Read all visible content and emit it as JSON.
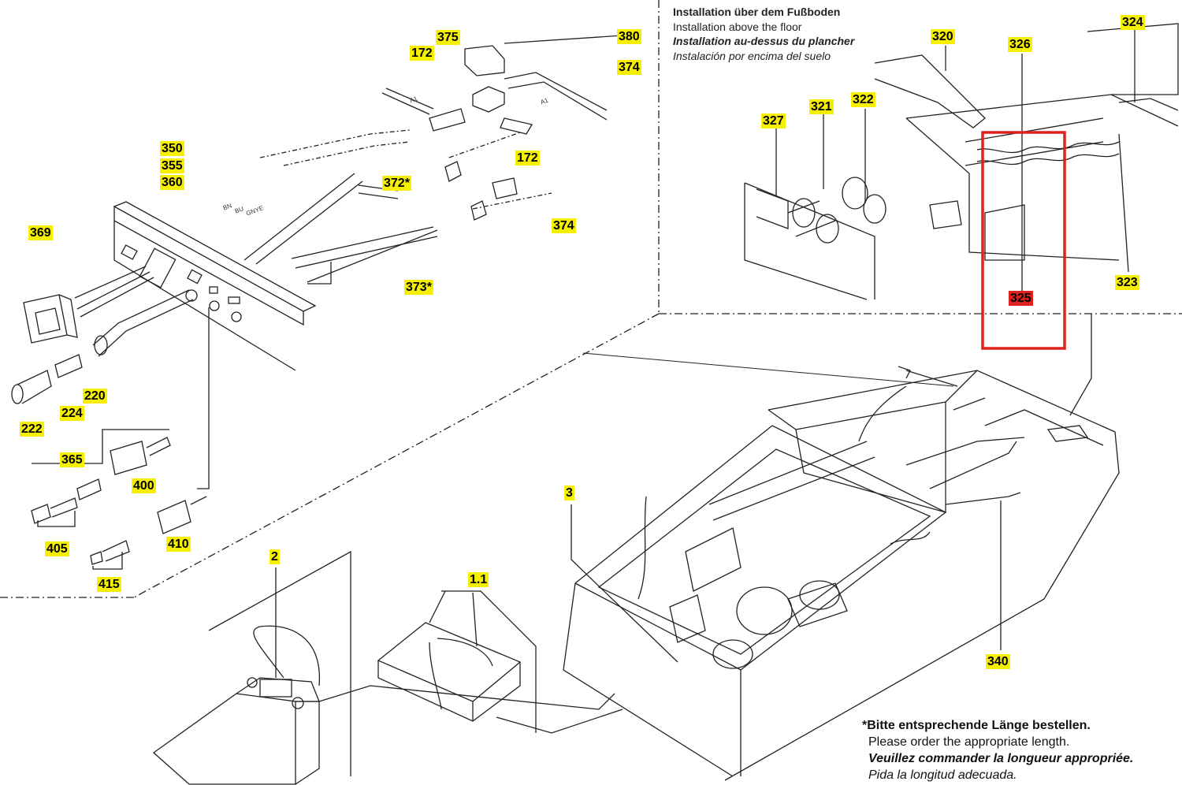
{
  "inset": {
    "lines": [
      "Installation über dem Fußboden",
      "Installation above the floor",
      "Installation au-dessus du plancher",
      "Instalación por encima del suelo"
    ]
  },
  "footnote": {
    "lines": [
      "*Bitte entsprechende Länge bestellen.",
      "Please order the appropriate length.",
      "Veuillez commander la longueur appropriée.",
      "Pida la longitud adecuada."
    ]
  },
  "wire_labels": [
    "BN",
    "BU",
    "GNYE",
    "A1",
    "A1"
  ],
  "parts": [
    {
      "id": "p375",
      "number": "375"
    },
    {
      "id": "p380",
      "number": "380"
    },
    {
      "id": "p172a",
      "number": "172"
    },
    {
      "id": "p374a",
      "number": "374"
    },
    {
      "id": "p172b",
      "number": "172"
    },
    {
      "id": "p372",
      "number": "372",
      "note": "*"
    },
    {
      "id": "p374b",
      "number": "374"
    },
    {
      "id": "p373",
      "number": "373",
      "note": "*"
    },
    {
      "id": "p350",
      "number": "350"
    },
    {
      "id": "p355",
      "number": "355"
    },
    {
      "id": "p360",
      "number": "360"
    },
    {
      "id": "p369",
      "number": "369"
    },
    {
      "id": "p220",
      "number": "220"
    },
    {
      "id": "p224",
      "number": "224"
    },
    {
      "id": "p222",
      "number": "222"
    },
    {
      "id": "p365",
      "number": "365"
    },
    {
      "id": "p400",
      "number": "400"
    },
    {
      "id": "p405",
      "number": "405"
    },
    {
      "id": "p410",
      "number": "410"
    },
    {
      "id": "p415",
      "number": "415"
    },
    {
      "id": "p320",
      "number": "320"
    },
    {
      "id": "p326",
      "number": "326"
    },
    {
      "id": "p324",
      "number": "324"
    },
    {
      "id": "p321",
      "number": "321"
    },
    {
      "id": "p322",
      "number": "322"
    },
    {
      "id": "p327",
      "number": "327"
    },
    {
      "id": "p323",
      "number": "323"
    },
    {
      "id": "p325",
      "number": "325",
      "highlighted": true
    },
    {
      "id": "p3",
      "number": "3"
    },
    {
      "id": "p2",
      "number": "2"
    },
    {
      "id": "p11",
      "number": "1.1"
    },
    {
      "id": "p340",
      "number": "340"
    }
  ],
  "colors": {
    "label_background": "#f6f000",
    "highlight": "#e0201c",
    "line": "#222222"
  }
}
